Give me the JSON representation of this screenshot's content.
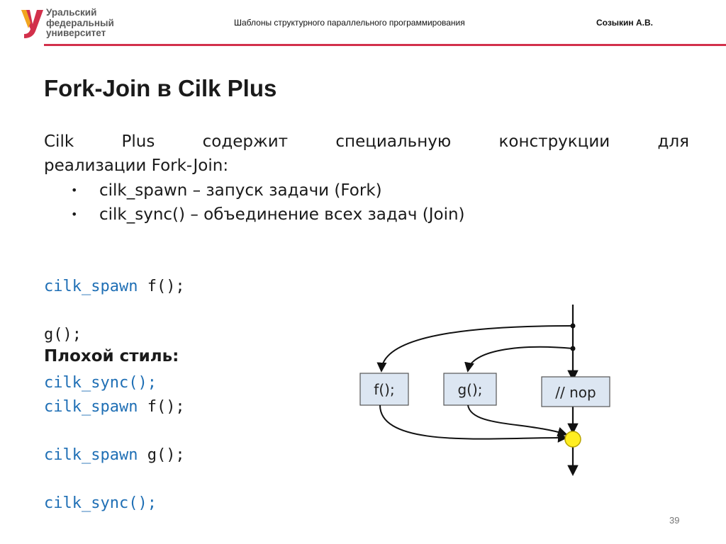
{
  "header": {
    "logo_lines": [
      "Уральский",
      "федеральный",
      "университет"
    ],
    "title": "Шаблоны структурного параллельного программирования",
    "author": "Созыкин А.В.",
    "accent_color": "#d2304b"
  },
  "slide": {
    "title": "Fork-Join в Cilk Plus",
    "intro_line1": "Cilk Plus содержит специальную конструкции для",
    "intro_line2": "реализации Fork-Join:",
    "bullets": [
      "cilk_spawn – запуск задачи (Fork)",
      "cilk_sync() – объединение всех задач (Join)"
    ],
    "code_example": [
      {
        "kw": "cilk_spawn",
        "rest": " f();"
      },
      {
        "kw": "",
        "rest": "g();"
      },
      {
        "kw": "cilk_sync();",
        "rest": ""
      }
    ],
    "bad_style_heading": "Плохой стиль:",
    "bad_code": [
      {
        "kw": "cilk_spawn",
        "rest": " f();"
      },
      {
        "kw": "cilk_spawn",
        "rest": " g();"
      },
      {
        "kw": "cilk_sync();",
        "rest": ""
      }
    ],
    "keyword_color": "#1f6fb5"
  },
  "diagram": {
    "tasks": [
      "f();",
      "g();",
      "// nop"
    ],
    "box_fill": "#dce6f2",
    "join_node_color": "#ffee22"
  },
  "page_number": "39"
}
